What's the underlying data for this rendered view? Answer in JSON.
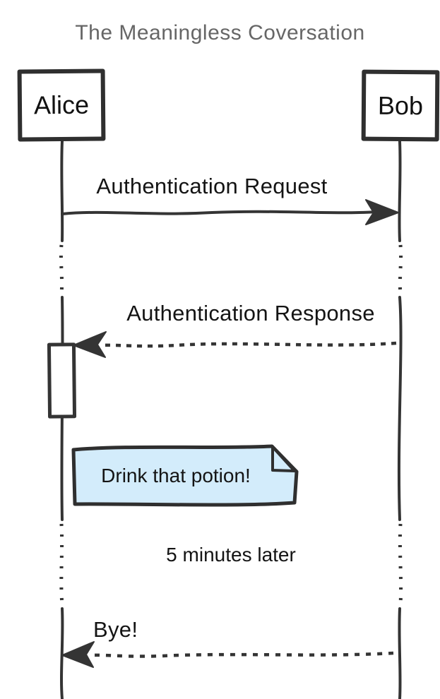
{
  "title": "The Meaningless Coversation",
  "actors": [
    {
      "name": "Alice"
    },
    {
      "name": "Bob"
    }
  ],
  "messages": [
    {
      "label": "Authentication Request",
      "from": "Alice",
      "to": "Bob",
      "line_style": "solid"
    },
    {
      "label": "Authentication Response",
      "from": "Bob",
      "to": "Alice",
      "line_style": "dashed"
    },
    {
      "label": "Bye!",
      "from": "Bob",
      "to": "Alice",
      "line_style": "dotted"
    }
  ],
  "note": {
    "text": "Drink that potion!"
  },
  "delay": {
    "text": "5 minutes later"
  },
  "colors": {
    "line": "#343434",
    "actor_border": "#2f2f2f",
    "actor_fill": "#ffffff",
    "note_fill": "#d3ecfb",
    "title_text": "#666666",
    "body_text": "#141414"
  }
}
